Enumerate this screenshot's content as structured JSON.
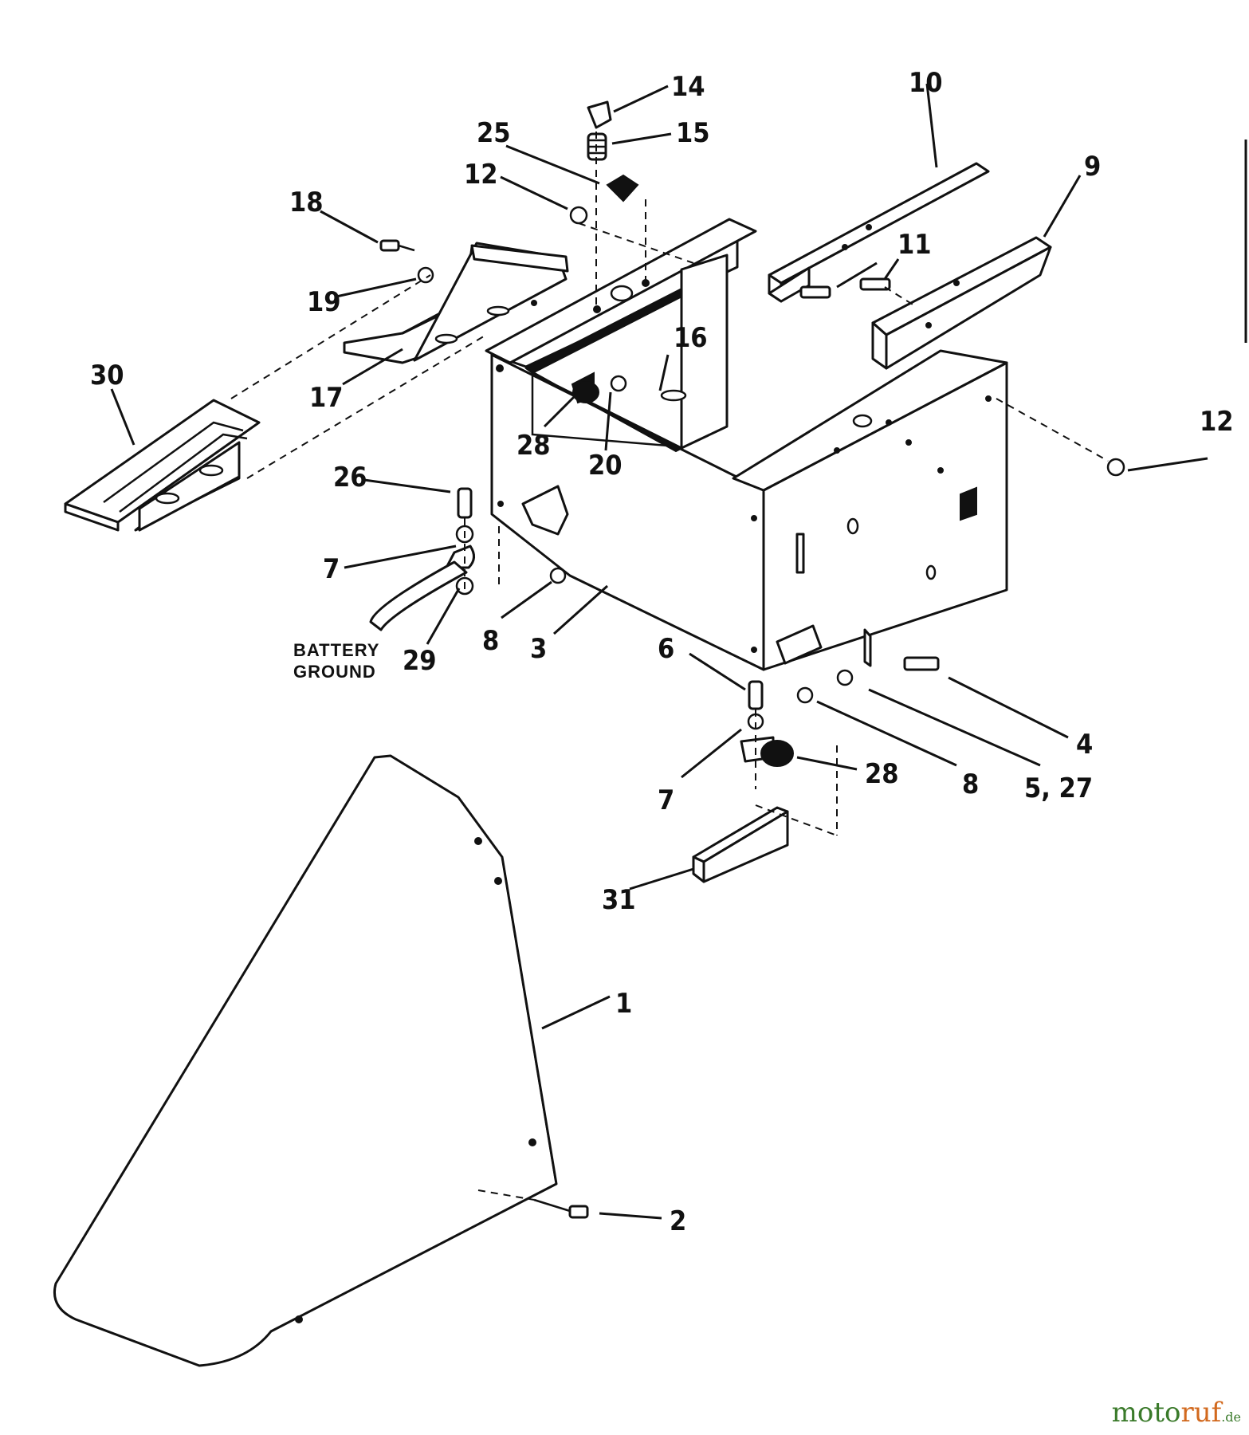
{
  "callouts": {
    "c1": "1",
    "c2": "2",
    "c3": "3",
    "c4": "4",
    "c5_27": "5, 27",
    "c6": "6",
    "c7a": "7",
    "c7b": "7",
    "c8a": "8",
    "c8b": "8",
    "c9": "9",
    "c10": "10",
    "c11": "11",
    "c12a": "12",
    "c12b": "12",
    "c14": "14",
    "c15": "15",
    "c16": "16",
    "c17": "17",
    "c18": "18",
    "c19": "19",
    "c20": "20",
    "c25": "25",
    "c26": "26",
    "c28a": "28",
    "c28b": "28",
    "c29": "29",
    "c30": "30",
    "c31": "31"
  },
  "annotations": {
    "battery_line1": "BATTERY",
    "battery_line2": "GROUND"
  },
  "watermark": {
    "brand_a": "moto",
    "brand_b": "ruf",
    "tld": ".de"
  }
}
